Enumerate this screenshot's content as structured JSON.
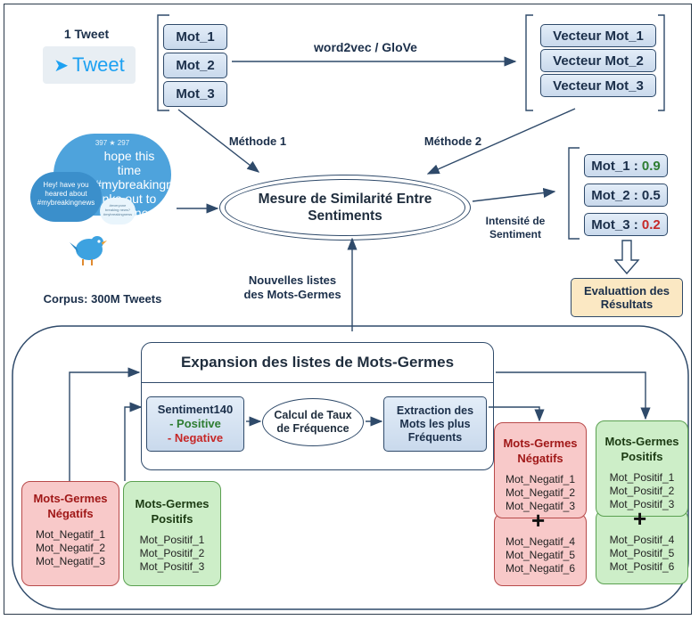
{
  "tweet": {
    "caption": "1 Tweet",
    "button": "Tweet"
  },
  "mots": [
    "Mot_1",
    "Mot_2",
    "Mot_3"
  ],
  "word2vec_label": "word2vec / GloVe",
  "vecteurs": [
    "Vecteur Mot_1",
    "Vecteur Mot_2",
    "Vecteur Mot_3"
  ],
  "methode1": "Méthode 1",
  "methode2": "Méthode 2",
  "bubble": {
    "big_text": "hope this time #mybreakingnews nks out to eryone",
    "big_stats": "397 ★ 297",
    "small_text": "Hey! have you heared about #mybreakingnews",
    "small_text2": "#everyone breaking news? #mybreakingnews"
  },
  "corpus": "Corpus: 300M Tweets",
  "center": {
    "line1": "Mesure de Similarité Entre",
    "line2": "Sentiments"
  },
  "intensity": {
    "line1": "Intensité de",
    "line2": "Sentiment"
  },
  "results": [
    {
      "label": "Mot_1 : ",
      "value": "0.9",
      "color": "#2e7d32"
    },
    {
      "label": "Mot_2 : ",
      "value": "0.5",
      "color": "#1b2f4a"
    },
    {
      "label": "Mot_3 : ",
      "value": "0.2",
      "color": "#c62828"
    }
  ],
  "evaluation": {
    "line1": "Evaluattion des",
    "line2": "Résultats"
  },
  "nouvelles": {
    "line1": "Nouvelles listes",
    "line2": "des Mots-Germes"
  },
  "expansion": {
    "title": "Expansion des listes de Mots-Germes",
    "sentiment140": "Sentiment140",
    "positive": "- Positive",
    "negative": "- Negative",
    "calcul": {
      "line1": "Calcul de Taux",
      "line2": "de Fréquence"
    },
    "extraction": {
      "line1": "Extraction des",
      "line2": "Mots les plus",
      "line3": "Fréquents"
    }
  },
  "germes_neg": {
    "title1": "Mots-Germes",
    "title2": "Négatifs",
    "items": [
      "Mot_Negatif_1",
      "Mot_Negatif_2",
      "Mot_Negatif_3"
    ],
    "items2": [
      "Mot_Negatif_4",
      "Mot_Negatif_5",
      "Mot_Negatif_6"
    ]
  },
  "germes_pos": {
    "title1": "Mots-Germes",
    "title2": "Positifs",
    "items": [
      "Mot_Positif_1",
      "Mot_Positif_2",
      "Mot_Positif_3"
    ],
    "items2": [
      "Mot_Positif_4",
      "Mot_Positif_5",
      "Mot_Positif_6"
    ]
  },
  "plus": "+"
}
